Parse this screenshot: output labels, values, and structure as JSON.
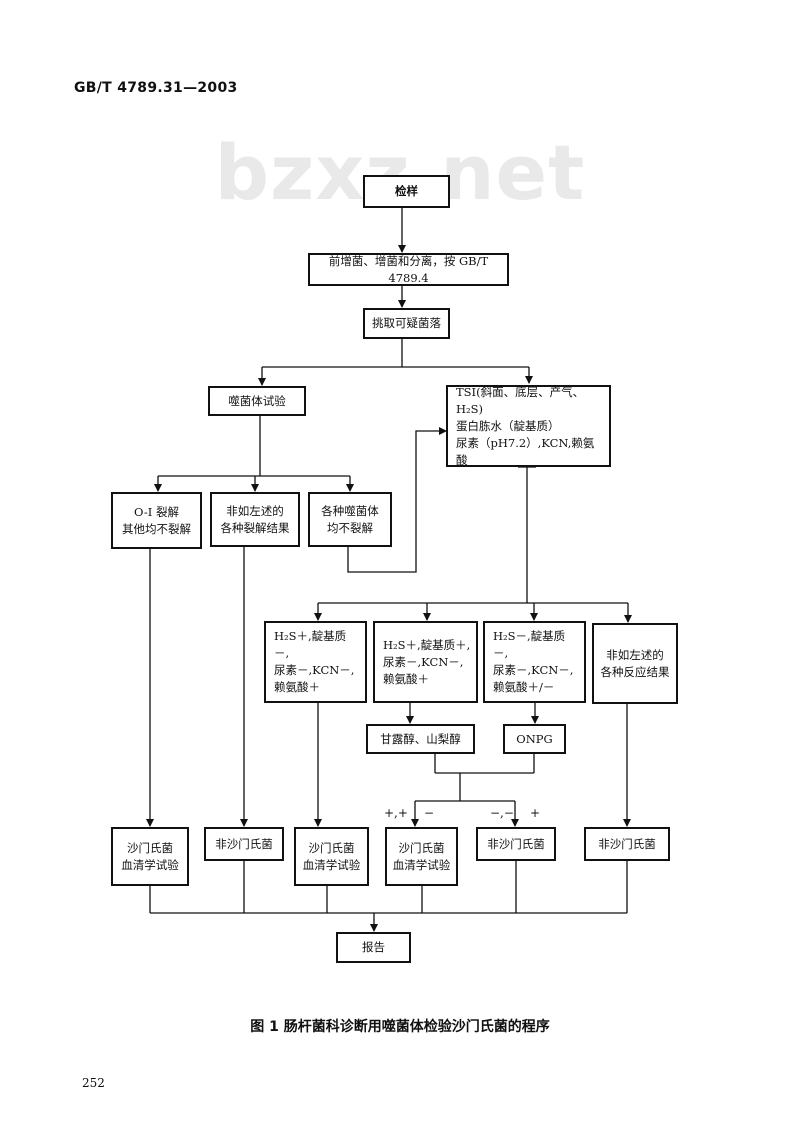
{
  "header": {
    "standard": "GB/T 4789.31—2003"
  },
  "watermark": "bzxz.net",
  "nodes": {
    "sample": "检样",
    "pre_enrichment": "前增菌、增菌和分离，按 GB/T 4789.4",
    "pick_colonies": "挑取可疑菌落",
    "phage_test": "噬菌体试验",
    "tsi": "TSI(斜面、底层、产气、H₂S)\n蛋白胨水（靛基质）\n尿素（pH7.2）,KCN,赖氨酸",
    "oi_lysis": "O-I 裂解\n其他均不裂解",
    "other_lysis": "非如左述的\n各种裂解结果",
    "no_lysis": "各种噬菌体\n均不裂解",
    "pattern_1": "H₂S＋,靛基质－,\n尿素－,KCN－,\n赖氨酸＋",
    "pattern_2": "H₂S＋,靛基质＋,\n尿素－,KCN－,\n赖氨酸＋",
    "pattern_3": "H₂S－,靛基质－,\n尿素－,KCN－,\n赖氨酸＋/－",
    "pattern_4": "非如左述的\n各种反应结果",
    "mannitol_sorbitol": "甘露醇、山梨醇",
    "onpg": "ONPG",
    "salmonella_serology_1": "沙门氏菌\n血清学试验",
    "non_salmonella_1": "非沙门氏菌",
    "salmonella_serology_2": "沙门氏菌\n血清学试验",
    "salmonella_serology_3": "沙门氏菌\n血清学试验",
    "non_salmonella_2": "非沙门氏菌",
    "non_salmonella_3": "非沙门氏菌",
    "report": "报告"
  },
  "signs": {
    "left_plus": "+,+",
    "left_minus": "−",
    "right_minus": "−,−",
    "right_plus": "+"
  },
  "caption": "图 1   肠杆菌科诊断用噬菌体检验沙门氏菌的程序",
  "page_number": "252"
}
